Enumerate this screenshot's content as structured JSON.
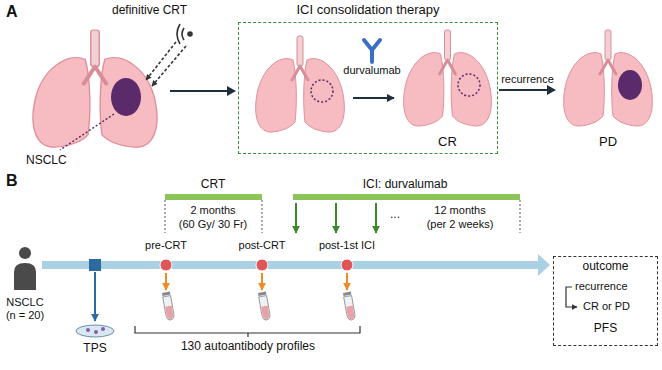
{
  "diagram": {
    "nodes": [
      {
        "text": [
          "NSCLC"
        ]
      },
      {
        "text": [
          "ICI consolidation therapy"
        ]
      },
      {
        "text": [
          "CR"
        ],
        "in": 1
      },
      {
        "text": [
          "PD"
        ]
      },
      {
        "text": [
          "outcome",
          "recurrence",
          "CR or PD",
          "PFS"
        ]
      }
    ],
    "edges": [
      {
        "from": 0,
        "to": 1,
        "arrow": "to"
      },
      {
        "from": 2,
        "to": 3,
        "label": "recurrence",
        "arrow": "to"
      }
    ],
    "labels": [
      "A",
      "definitive CRT",
      "durvalumab",
      "B",
      "CRT",
      "2 months",
      "(60 Gy/ 30 Fr)",
      "ICI: durvalumab",
      "...",
      "12 months",
      "(per 2 weeks)",
      "NSCLC (n = 20)",
      "pre-CRT",
      "post-CRT",
      "post-1st ICI",
      "TPS",
      "130 autoantibody profiles"
    ]
  }
}
